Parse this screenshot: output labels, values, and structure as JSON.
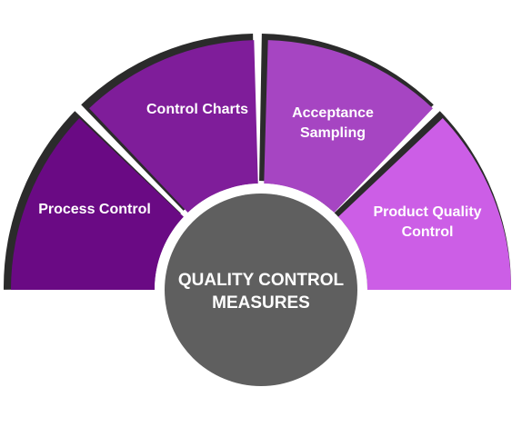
{
  "diagram": {
    "center": {
      "line1": "QUALITY CONTROL",
      "line2": "MEASURES",
      "color": "#5f5f5f"
    },
    "segments": [
      {
        "key": "process_control",
        "lines": [
          "Process Control"
        ],
        "color": "#6a0a84"
      },
      {
        "key": "control_charts",
        "lines": [
          "Control Charts"
        ],
        "color": "#7f1d9a"
      },
      {
        "key": "acceptance_sampling",
        "lines": [
          "Acceptance",
          "Sampling"
        ],
        "color": "#a645c2"
      },
      {
        "key": "product_quality_control",
        "lines": [
          "Product Quality",
          "Control"
        ],
        "color": "#cc5ee6"
      }
    ],
    "shadow_color": "#2b2b2b"
  }
}
